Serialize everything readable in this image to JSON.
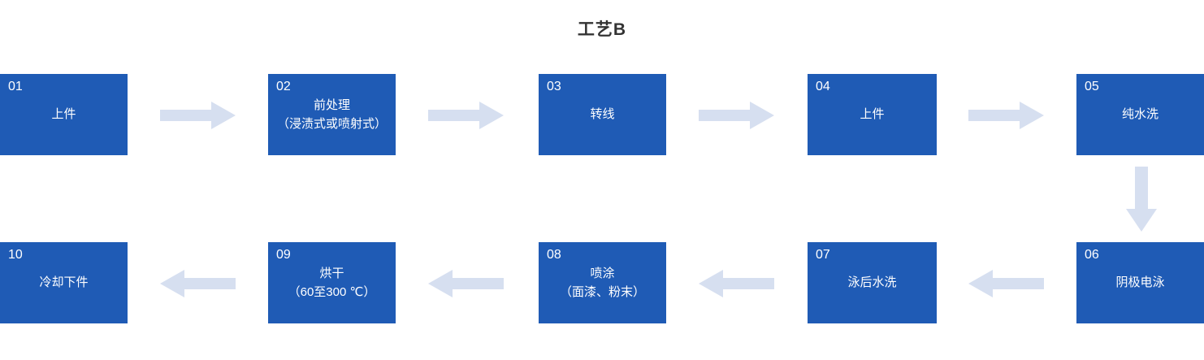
{
  "title": "工艺B",
  "colors": {
    "box_fill": "#1f5bb5",
    "box_text": "#ffffff",
    "arrow": "#d6dff0",
    "title_text": "#333333",
    "background": "#ffffff"
  },
  "steps": [
    {
      "num": "01",
      "line1": "上件",
      "line2": ""
    },
    {
      "num": "02",
      "line1": "前处理",
      "line2": "（浸渍式或喷射式）"
    },
    {
      "num": "03",
      "line1": "转线",
      "line2": ""
    },
    {
      "num": "04",
      "line1": "上件",
      "line2": ""
    },
    {
      "num": "05",
      "line1": "纯水洗",
      "line2": ""
    },
    {
      "num": "06",
      "line1": "阴极电泳",
      "line2": ""
    },
    {
      "num": "07",
      "line1": "泳后水洗",
      "line2": ""
    },
    {
      "num": "08",
      "line1": "喷涂",
      "line2": "（面漆、粉末）"
    },
    {
      "num": "09",
      "line1": "烘干",
      "line2": "（60至300 ℃）"
    },
    {
      "num": "10",
      "line1": "冷却下件",
      "line2": ""
    }
  ],
  "connectors": [
    {
      "name": "arrow-01-to-02",
      "direction": "right"
    },
    {
      "name": "arrow-02-to-03",
      "direction": "right"
    },
    {
      "name": "arrow-03-to-04",
      "direction": "right"
    },
    {
      "name": "arrow-04-to-05",
      "direction": "right"
    },
    {
      "name": "arrow-05-to-06",
      "direction": "down"
    },
    {
      "name": "arrow-06-to-07",
      "direction": "left"
    },
    {
      "name": "arrow-07-to-08",
      "direction": "left"
    },
    {
      "name": "arrow-08-to-09",
      "direction": "left"
    },
    {
      "name": "arrow-09-to-10",
      "direction": "left"
    }
  ]
}
